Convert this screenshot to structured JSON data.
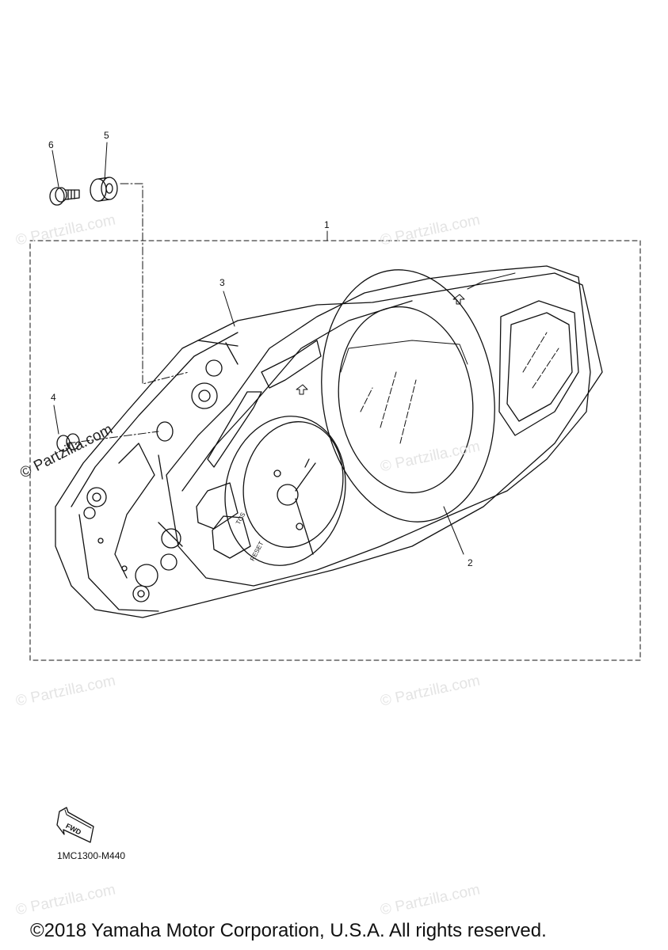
{
  "callouts": [
    "1",
    "2",
    "3",
    "4",
    "5",
    "6"
  ],
  "button_labels": {
    "tcs": "TCS",
    "reset": "RESET"
  },
  "fwd_label": "FWD",
  "diagram_code": "1MC1300-M440",
  "copyright": "©2018 Yamaha Motor Corporation, U.S.A. All rights reserved.",
  "watermark": "© Partzilla.com",
  "colors": {
    "line": "#111111",
    "watermark": "#e4e4e4",
    "background": "#ffffff"
  }
}
